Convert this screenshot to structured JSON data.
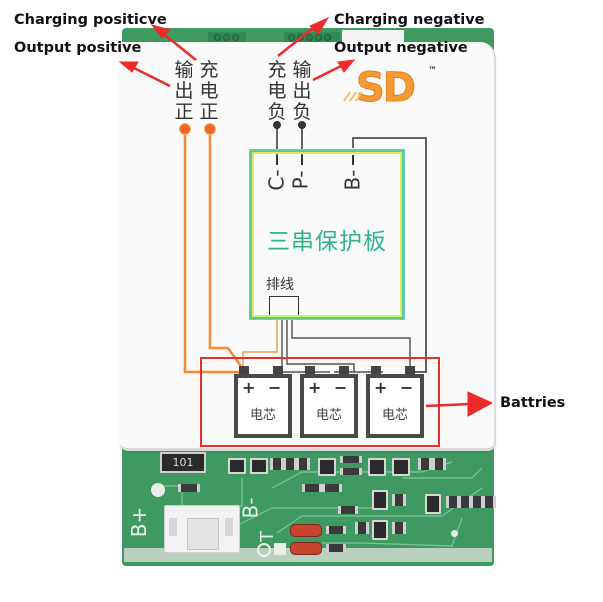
{
  "annotations": {
    "charging_positive": "Charging positicve",
    "output_positive": "Output positive",
    "charging_negative": "Charging negative",
    "output_negative": "Output negative",
    "batteries": "Battries"
  },
  "terminals": {
    "output_positive_cn": [
      "输",
      "出",
      "正"
    ],
    "charging_positive_cn": [
      "充",
      "电",
      "正"
    ],
    "charging_negative_cn": [
      "充",
      "电",
      "负"
    ],
    "output_negative_cn": [
      "输",
      "出",
      "负"
    ]
  },
  "protection_board": {
    "title": "三串保护板",
    "terminal_c": "C-",
    "terminal_p": "P-",
    "terminal_b": "B-",
    "cable_label": "排线"
  },
  "batteries": [
    {
      "label": "电芯",
      "plus": "+",
      "minus": "−"
    },
    {
      "label": "电芯",
      "plus": "+",
      "minus": "−"
    },
    {
      "label": "电芯",
      "plus": "+",
      "minus": "−"
    }
  ],
  "logo": {
    "text": "SD",
    "trademark": "™"
  },
  "pcb": {
    "resistor_marking": "101",
    "silk_b_plus": "B+",
    "silk_b_minus": "B-",
    "silk_t": "T"
  },
  "colors": {
    "arrow": "#ee2b2b",
    "pcb_green": "#3f9a62",
    "positive_wire": "#f0652a",
    "negative_wire": "#333333",
    "board_title": "#2fb48f",
    "logo": "#f39a35"
  }
}
